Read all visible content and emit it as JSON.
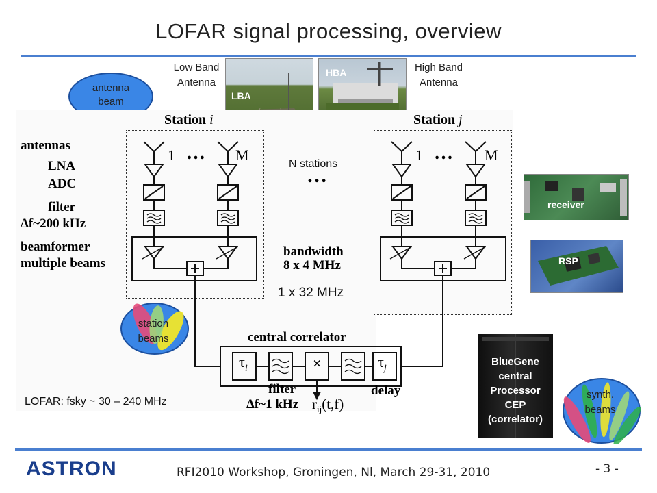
{
  "slide": {
    "title": "LOFAR signal processing, overview",
    "footer": "RFI2010 Workshop, Groningen, Nl, March 29-31, 2010",
    "page_number": "- 3 -",
    "logo": "ASTRON"
  },
  "photos": {
    "lba_caption_1": "Low Band",
    "lba_caption_2": "Antenna",
    "lba_label": "LBA",
    "hba_label": "HBA",
    "hba_caption_1": "High Band",
    "hba_caption_2": "Antenna",
    "receiver_label": "receiver",
    "rsp_label": "RSP"
  },
  "blobs": {
    "antenna_beam_1": "antenna",
    "antenna_beam_2": "beam",
    "station_beams_1": "station",
    "station_beams_2": "beams",
    "synth_beams_1": "synth.",
    "synth_beams_2": "beams"
  },
  "diagram": {
    "station_i": "Station",
    "station_i_sub": "i",
    "station_j": "Station",
    "station_j_sub": "j",
    "labels": [
      "antennas",
      "LNA",
      "ADC",
      "filter",
      "Δf~200 kHz",
      "beamformer",
      "multiple beams"
    ],
    "ant_first": "1",
    "ant_dots": "…",
    "ant_last": "M",
    "n_stations": "N stations",
    "n_dots": "…",
    "bandwidth_1": "bandwidth",
    "bandwidth_2": "8 x 4 MHz",
    "bandwidth_3": "1 x 32 MHz",
    "central_correlator": "central correlator",
    "tau_i": "τ",
    "tau_i_sub": "i",
    "tau_j": "τ",
    "tau_j_sub": "j",
    "mult": "×",
    "filter": "filter",
    "filter_bw": "Δf~1 kHz",
    "delay": "delay",
    "output": "r",
    "output_sub": "ij",
    "output_args": "(t,f)"
  },
  "notes": {
    "fsky": "LOFAR: fsky ~ 30 – 240 MHz"
  },
  "bluegene": {
    "lines": [
      "BlueGene",
      "central",
      "Processor",
      "CEP",
      "(correlator)"
    ]
  }
}
